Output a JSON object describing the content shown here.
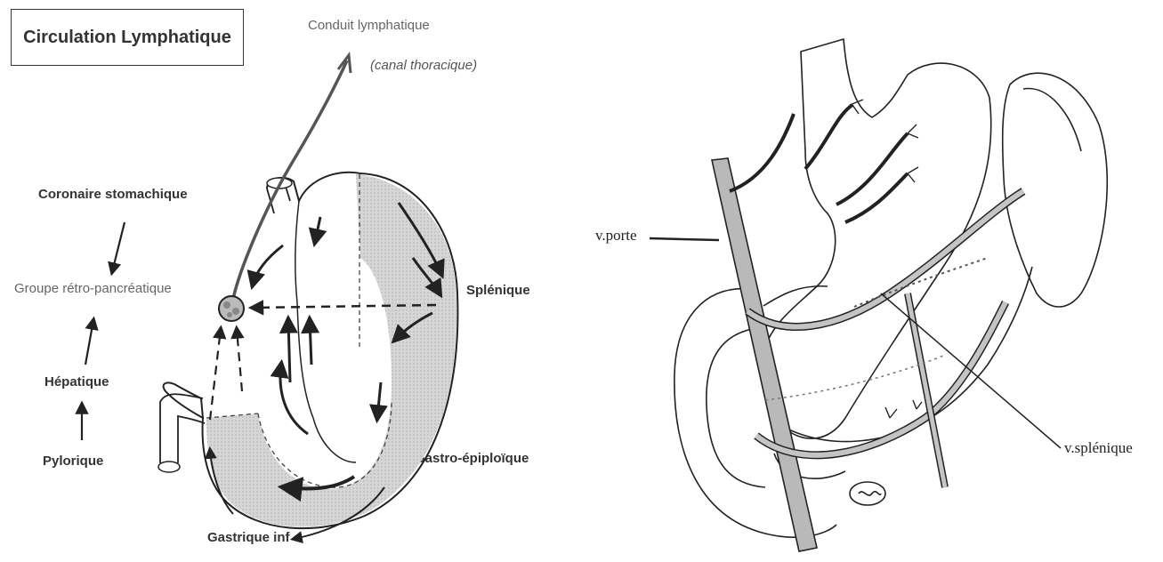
{
  "left_figure": {
    "title": "Circulation Lymphatique",
    "labels": {
      "conduit": "Conduit lymphatique",
      "canal": "(canal thoracique)",
      "coronaire": "Coronaire stomachique",
      "groupe": "Groupe rétro-pancréatique",
      "hepatique": "Hépatique",
      "pylorique": "Pylorique",
      "splenique": "Splénique",
      "gastro_epiploique": "Gastro-épiploïque",
      "gastrique_inf": "Gastrique inf"
    }
  },
  "right_figure": {
    "labels": {
      "v_porte": "v.porte",
      "v_splenique": "v.splénique"
    }
  },
  "colors": {
    "ink": "#222222",
    "shade": "#cfcfcf",
    "dark_shade": "#b5b5b5",
    "vessel": "#9a9a9a"
  }
}
